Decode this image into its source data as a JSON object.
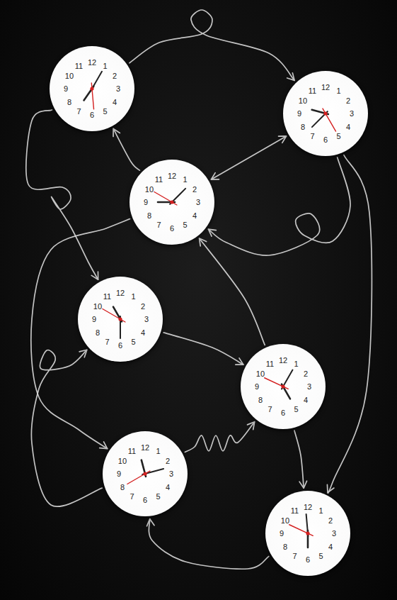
{
  "diagram": {
    "nodes": [
      {
        "text": [
          "12",
          "1",
          "2",
          "3",
          "4",
          "5",
          "6",
          "7",
          "8",
          "9",
          "10",
          "11"
        ]
      },
      {
        "text": [
          "12",
          "1",
          "2",
          "3",
          "4",
          "5",
          "6",
          "7",
          "8",
          "9",
          "10",
          "11"
        ]
      },
      {
        "text": [
          "12",
          "1",
          "2",
          "3",
          "4",
          "5",
          "6",
          "7",
          "8",
          "9",
          "10",
          "11"
        ]
      },
      {
        "text": [
          "12",
          "1",
          "2",
          "3",
          "4",
          "5",
          "6",
          "7",
          "8",
          "9",
          "10",
          "11"
        ]
      },
      {
        "text": [
          "12",
          "1",
          "2",
          "3",
          "4",
          "5",
          "6",
          "7",
          "8",
          "9",
          "10",
          "11"
        ]
      },
      {
        "text": [
          "12",
          "1",
          "2",
          "3",
          "4",
          "5",
          "6",
          "7",
          "8",
          "9",
          "10",
          "11"
        ]
      },
      {
        "text": [
          "12",
          "1",
          "2",
          "3",
          "4",
          "5",
          "6",
          "7",
          "8",
          "9",
          "10",
          "11"
        ]
      }
    ],
    "edges": [
      {
        "from": 0,
        "to": 1,
        "arrow": "to"
      },
      {
        "from": 2,
        "to": 0,
        "arrow": "to"
      },
      {
        "from": 2,
        "to": 1,
        "arrow": "both"
      },
      {
        "from": 1,
        "to": 6,
        "arrow": "to"
      },
      {
        "from": 1,
        "to": 2,
        "arrow": "to"
      },
      {
        "from": 0,
        "to": 3,
        "arrow": "to"
      },
      {
        "from": 2,
        "to": 5,
        "arrow": "to"
      },
      {
        "from": 5,
        "to": 3,
        "arrow": "to"
      },
      {
        "from": 3,
        "to": 4,
        "arrow": "to"
      },
      {
        "from": 4,
        "to": 2,
        "arrow": "to"
      },
      {
        "from": 5,
        "to": 4,
        "arrow": "to"
      },
      {
        "from": 4,
        "to": 6,
        "arrow": "to"
      },
      {
        "from": 6,
        "to": 5,
        "arrow": "to"
      }
    ]
  }
}
